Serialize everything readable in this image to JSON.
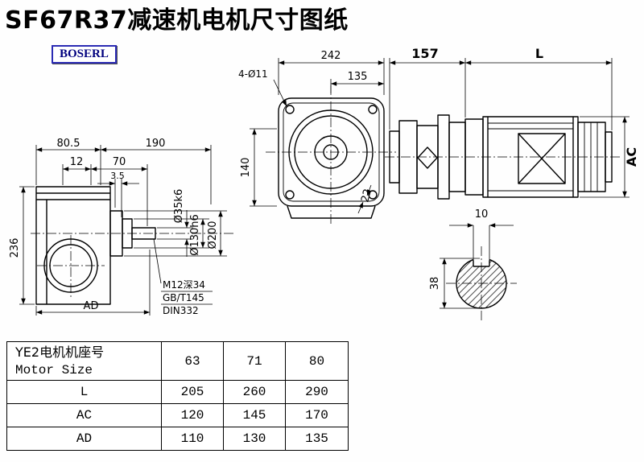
{
  "title": "SF67R37减速机电机尺寸图纸",
  "logo": "BOSERL",
  "dims": {
    "left": {
      "w1": "80.5",
      "w2": "190",
      "t1": "12",
      "t2": "70",
      "t3": "3.5",
      "h": "236",
      "ad": "AD",
      "dia_shaft": "Ø35k6",
      "dia_spigot": "Ø130h6",
      "dia_flange": "Ø200",
      "note1": "M12深34",
      "note2": "GB/T145",
      "note3": "DIN332"
    },
    "front": {
      "w": "242",
      "w_half": "135",
      "holes": "4-Ø11",
      "h": "140",
      "key": "22"
    },
    "motor": {
      "adapter": "157",
      "length": "L",
      "ac": "AC"
    },
    "shaft": {
      "key_w": "10",
      "dia": "38"
    }
  },
  "table": {
    "rows": [
      {
        "label_cn": "YE2电机机座号",
        "label_en": "Motor Size",
        "v1": "63",
        "v2": "71",
        "v3": "80"
      },
      {
        "label": "L",
        "v1": "205",
        "v2": "260",
        "v3": "290"
      },
      {
        "label": "AC",
        "v1": "120",
        "v2": "145",
        "v3": "170"
      },
      {
        "label": "AD",
        "v1": "110",
        "v2": "130",
        "v3": "135"
      }
    ]
  }
}
